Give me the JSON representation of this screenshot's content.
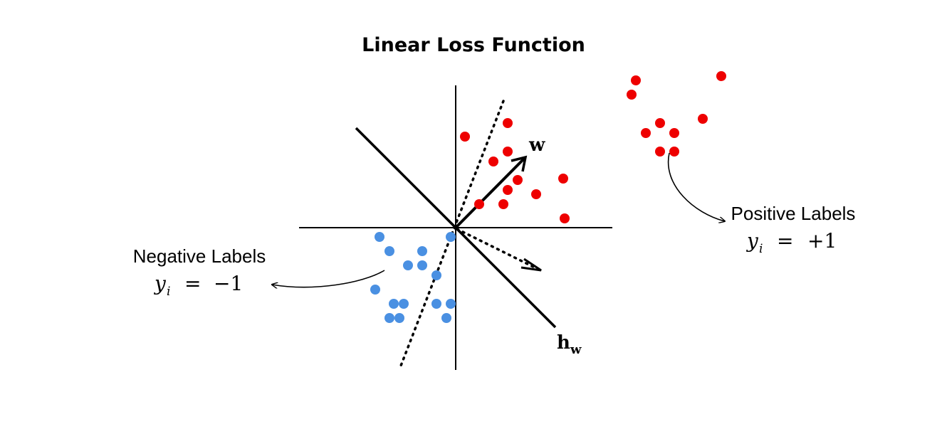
{
  "title": "Linear Loss Function",
  "vector_label": "w",
  "hyperplane_label": {
    "base": "h",
    "subscript": "w"
  },
  "negative": {
    "label": "Negative Labels",
    "equation": {
      "var": "y",
      "sub": "i",
      "eq": "=",
      "value": "−1"
    },
    "color": "#4a90e2"
  },
  "positive": {
    "label": "Positive Labels",
    "equation": {
      "var": "y",
      "sub": "i",
      "eq": "=",
      "value": "+1"
    },
    "color": "#ee0000"
  },
  "icons": [
    "arrow-icon"
  ]
}
